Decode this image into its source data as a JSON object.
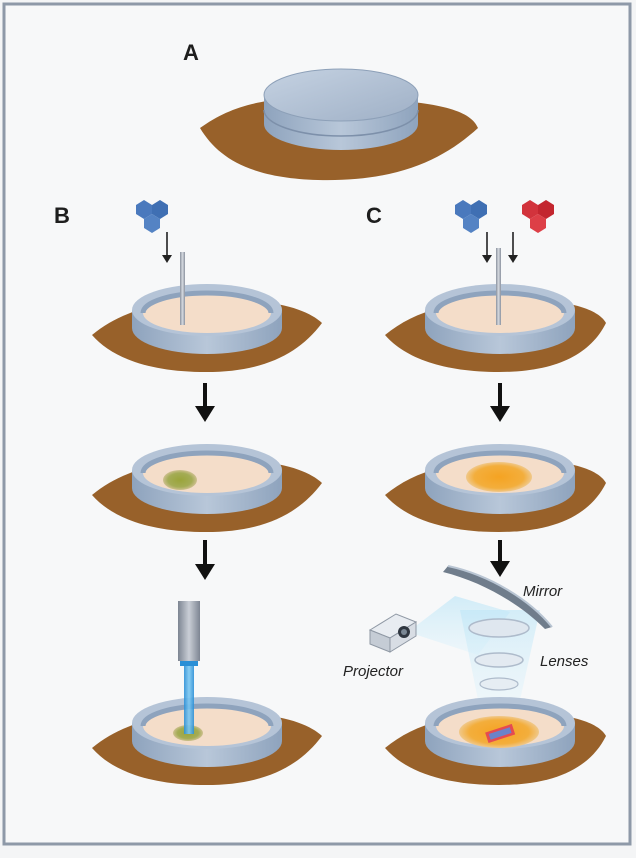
{
  "panels": {
    "a": "A",
    "b": "B",
    "c": "C"
  },
  "optics_labels": {
    "mirror": "Mirror",
    "lenses": "Lenses",
    "projector": "Projector"
  },
  "colors": {
    "base": "#98612a",
    "dish": "#a9bcd3",
    "medium": "#f4ddc9",
    "blue_molecule": "#4a79bd",
    "red_molecule": "#d2333c",
    "green_spot": "#8e9c3b",
    "orange_spot": "#f2a529",
    "laser": "#2b9be0"
  }
}
